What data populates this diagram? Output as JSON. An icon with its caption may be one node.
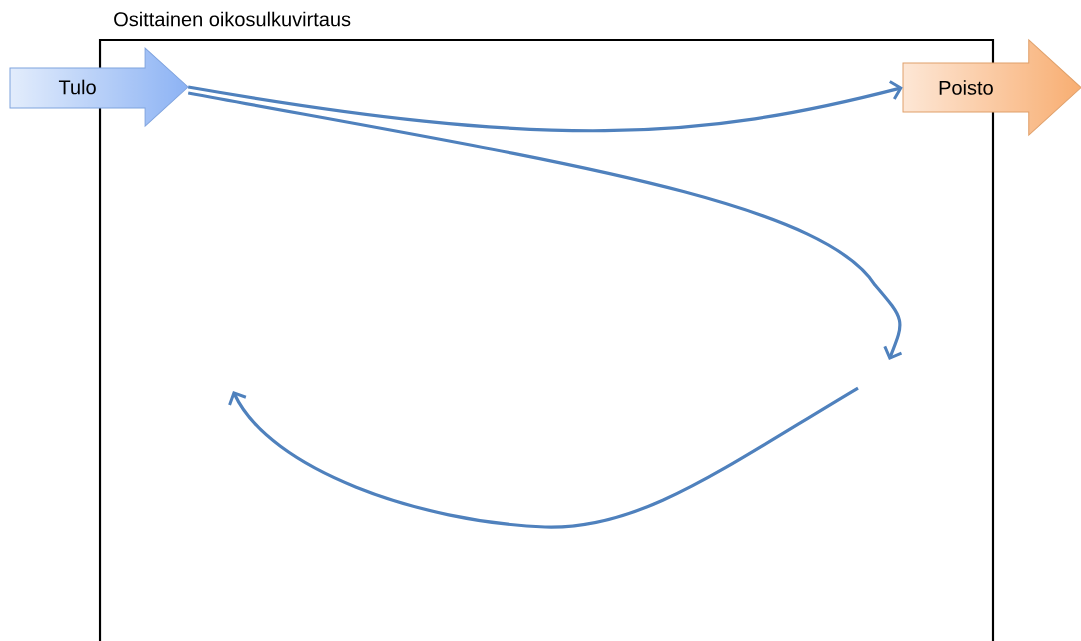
{
  "diagram": {
    "nodes": [
      {
        "text": [
          "Tulo"
        ]
      },
      {
        "text": [
          "Poisto"
        ]
      }
    ],
    "edges": [
      {
        "from": 0,
        "to": 1,
        "arrow": "to"
      },
      {
        "from": 0,
        "to": null,
        "arrow": "to"
      }
    ],
    "labels": [
      "Osittainen oikosulkuvirtaus"
    ]
  }
}
